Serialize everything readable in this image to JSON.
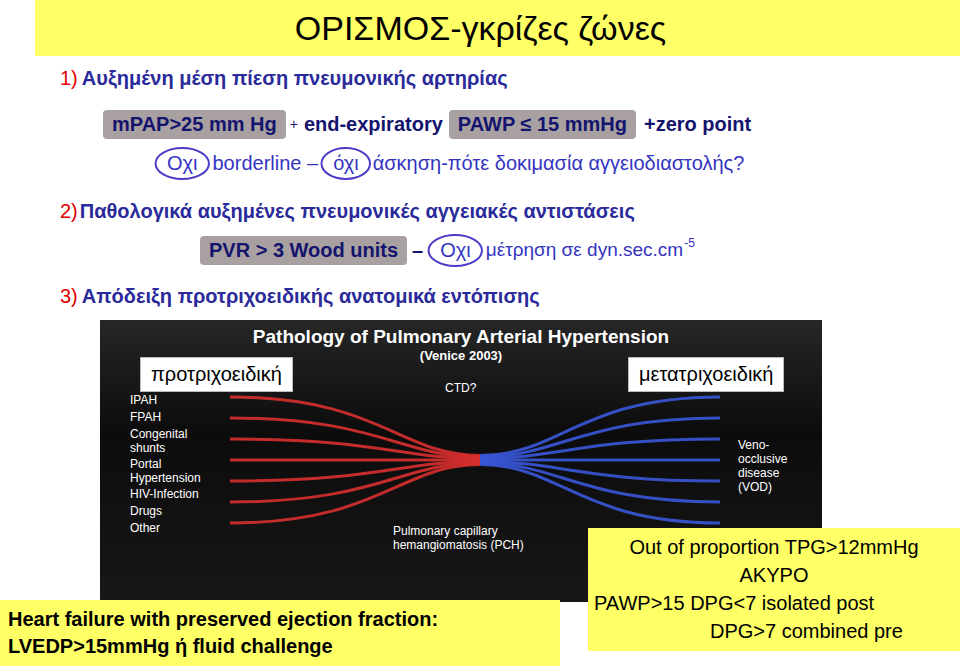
{
  "diagram": {
    "title": "ΟΡΙΣΜΟΣ-γκρίζες ζώνες",
    "nodes": [
      {
        "text": [
          "mPAP>25 mm Hg"
        ]
      },
      {
        "text": [
          "PAWP ≤ 15 mmHg"
        ]
      },
      {
        "text": [
          "Οχι"
        ]
      },
      {
        "text": [
          "όχι"
        ]
      },
      {
        "text": [
          "PVR > 3 Wood units"
        ]
      },
      {
        "text": [
          "Οχι"
        ]
      },
      {
        "text": [
          "Pathology of Pulmonary Arterial Hypertension",
          "(Venice 2003)"
        ]
      },
      {
        "text": [
          "προτριχοειδική"
        ],
        "in": 6
      },
      {
        "text": [
          "μετατριχοειδική"
        ],
        "in": 6
      },
      {
        "text": [
          "Heart failure with preserved ejection fraction:",
          "LVEDP>15mmHg ή fluid challenge"
        ]
      },
      {
        "text": [
          "Out of proportion TPG>12mmHg",
          "ΑΚΥΡΟ",
          "PAWP>15 DPG<7 isolated post",
          "DPG>7 combined pre"
        ]
      }
    ],
    "labels": [
      "1)",
      "Αυξημένη μέση πίεση πνευμονικής αρτηρίας",
      "+",
      "end-expiratory",
      "+zero point",
      "borderline –",
      "άσκηση-πότε δοκιμασία αγγειοδιαστολής?",
      "2)",
      "Παθολογικά αυξημένες πνευμονικές αγγειακές αντιστάσεις",
      "–",
      "μέτρηση σε dyn.sec.cm",
      "-5",
      "3)",
      "Απόδειξη προτριχοειδικής ανατομικά εντόπισης",
      "IPAH",
      "FPAH",
      "Congenital shunts",
      "Portal Hypertension",
      "HIV-Infection",
      "Drugs",
      "Other",
      "CTD?",
      "Veno-occlusive disease (VOD)",
      "Pulmonary capillary hemangiomatosis (PCH)"
    ]
  }
}
